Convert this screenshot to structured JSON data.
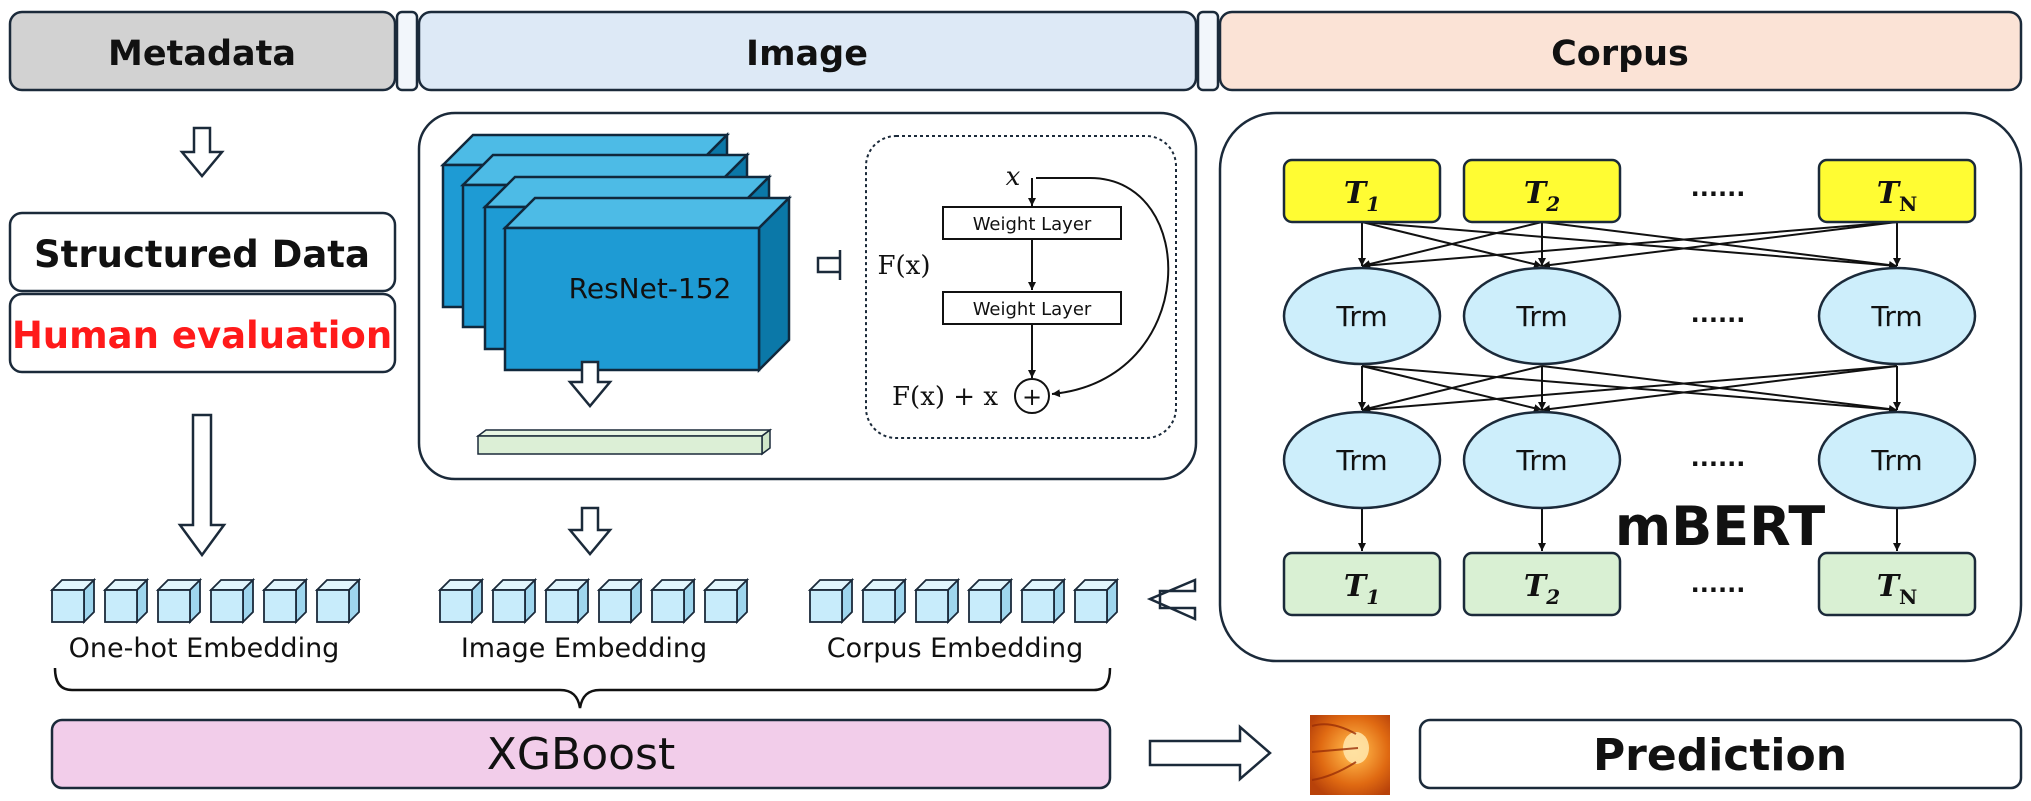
{
  "headers": {
    "metadata": "Metadata",
    "image": "Image",
    "corpus": "Corpus"
  },
  "metadata": {
    "structured": "Structured Data",
    "human_eval": "Human evaluation"
  },
  "resnet": {
    "label": "ResNet-152",
    "block_x": "x",
    "weight_layer_1": "Weight Layer",
    "weight_layer_2": "Weight Layer",
    "fx": "F(x)",
    "fx_plus_x": "F(x) + x",
    "plus": "+"
  },
  "mbert": {
    "label": "mBERT",
    "trm": "Trm",
    "tokens": [
      {
        "base": "T",
        "sub": "1"
      },
      {
        "base": "T",
        "sub": "2"
      },
      {
        "base": "T",
        "sub": "N"
      }
    ],
    "ellipsis": "......"
  },
  "embeddings": {
    "onehot": "One-hot Embedding",
    "image": "Image Embedding",
    "corpus": "Corpus Embedding"
  },
  "xgboost": "XGBoost",
  "prediction": "Prediction",
  "colors": {
    "metadata_header": "#d2d2d2",
    "image_header": "#dde9f6",
    "corpus_header": "#fbe3d6",
    "token_input": "#fffc33",
    "token_output": "#d9f0d3",
    "trm": "#cdeefb",
    "cube": "#c8ecfb",
    "resnet": "#1e9bd4",
    "xgboost": "#f2cdea",
    "human_eval_text": "#ff1a1a",
    "feature_bar": "#dcefd6"
  }
}
